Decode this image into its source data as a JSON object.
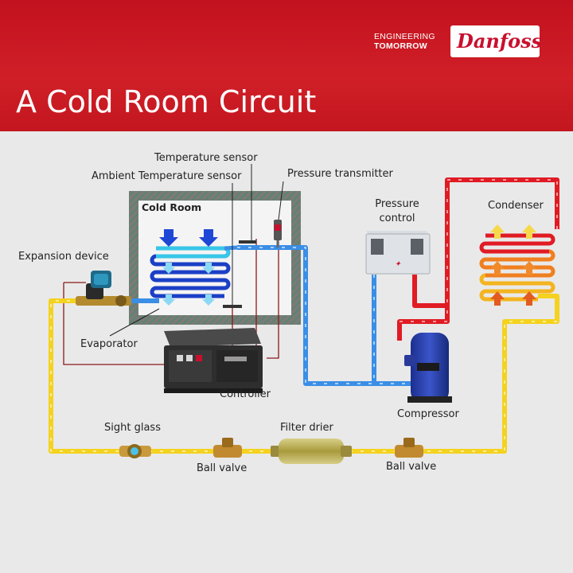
{
  "header": {
    "title": "A Cold Room Circuit",
    "tagline_line1": "ENGINEERING",
    "tagline_line2": "TOMORROW",
    "logo_text": "Danfoss"
  },
  "labels": {
    "temperature_sensor": "Temperature sensor",
    "ambient_temperature_sensor": "Ambient Temperature sensor",
    "pressure_transmitter": "Pressure transmitter",
    "cold_room": "Cold Room",
    "pressure_control_line1": "Pressure",
    "pressure_control_line2": "control",
    "condenser": "Condenser",
    "expansion_device": "Expansion device",
    "evaporator": "Evaporator",
    "controller": "Controller",
    "compressor": "Compressor",
    "sight_glass": "Sight glass",
    "filter_drier": "Filter drier",
    "ball_valve_left": "Ball valve",
    "ball_valve_right": "Ball valve"
  },
  "colors": {
    "brand_red": "#c8102e",
    "liquid_line": "#f4d21f",
    "suction_line": "#3a8ee6",
    "discharge_line": "#e01b24",
    "wiring": "#8b1a1a"
  }
}
